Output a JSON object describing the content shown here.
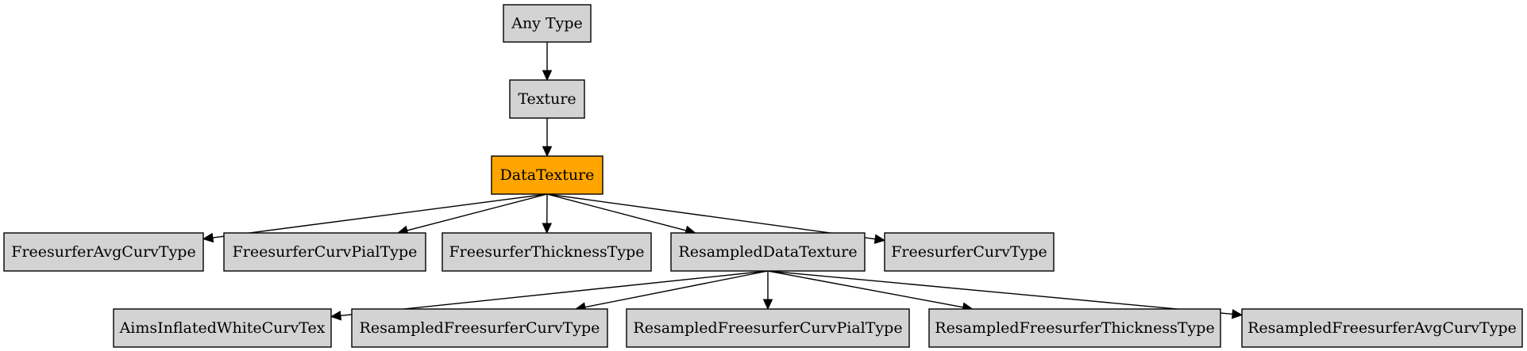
{
  "diagram": {
    "colors": {
      "node_fill": "#d3d3d3",
      "highlight_fill": "#ffa500",
      "stroke": "#000000",
      "background": "#ffffff"
    },
    "nodes": [
      {
        "id": "any-type",
        "label": "Any Type",
        "highlight": false
      },
      {
        "id": "texture",
        "label": "Texture",
        "highlight": false
      },
      {
        "id": "data-texture",
        "label": "DataTexture",
        "highlight": true
      },
      {
        "id": "freesurfer-avg-curv-type",
        "label": "FreesurferAvgCurvType",
        "highlight": false
      },
      {
        "id": "freesurfer-curv-pial-type",
        "label": "FreesurferCurvPialType",
        "highlight": false
      },
      {
        "id": "freesurfer-thickness-type",
        "label": "FreesurferThicknessType",
        "highlight": false
      },
      {
        "id": "resampled-data-texture",
        "label": "ResampledDataTexture",
        "highlight": false
      },
      {
        "id": "freesurfer-curv-type",
        "label": "FreesurferCurvType",
        "highlight": false
      },
      {
        "id": "aims-inflated-white-curv-tex",
        "label": "AimsInflatedWhiteCurvTex",
        "highlight": false
      },
      {
        "id": "resampled-freesurfer-curv-type",
        "label": "ResampledFreesurferCurvType",
        "highlight": false
      },
      {
        "id": "resampled-freesurfer-curv-pial-type",
        "label": "ResampledFreesurferCurvPialType",
        "highlight": false
      },
      {
        "id": "resampled-freesurfer-thickness-type",
        "label": "ResampledFreesurferThicknessType",
        "highlight": false
      },
      {
        "id": "resampled-freesurfer-avg-curv-type",
        "label": "ResampledFreesurferAvgCurvType",
        "highlight": false
      }
    ],
    "edges": [
      {
        "from": "any-type",
        "to": "texture"
      },
      {
        "from": "texture",
        "to": "data-texture"
      },
      {
        "from": "data-texture",
        "to": "freesurfer-avg-curv-type"
      },
      {
        "from": "data-texture",
        "to": "freesurfer-curv-pial-type"
      },
      {
        "from": "data-texture",
        "to": "freesurfer-thickness-type"
      },
      {
        "from": "data-texture",
        "to": "resampled-data-texture"
      },
      {
        "from": "data-texture",
        "to": "freesurfer-curv-type"
      },
      {
        "from": "resampled-data-texture",
        "to": "aims-inflated-white-curv-tex"
      },
      {
        "from": "resampled-data-texture",
        "to": "resampled-freesurfer-curv-type"
      },
      {
        "from": "resampled-data-texture",
        "to": "resampled-freesurfer-curv-pial-type"
      },
      {
        "from": "resampled-data-texture",
        "to": "resampled-freesurfer-thickness-type"
      },
      {
        "from": "resampled-data-texture",
        "to": "resampled-freesurfer-avg-curv-type"
      }
    ]
  }
}
